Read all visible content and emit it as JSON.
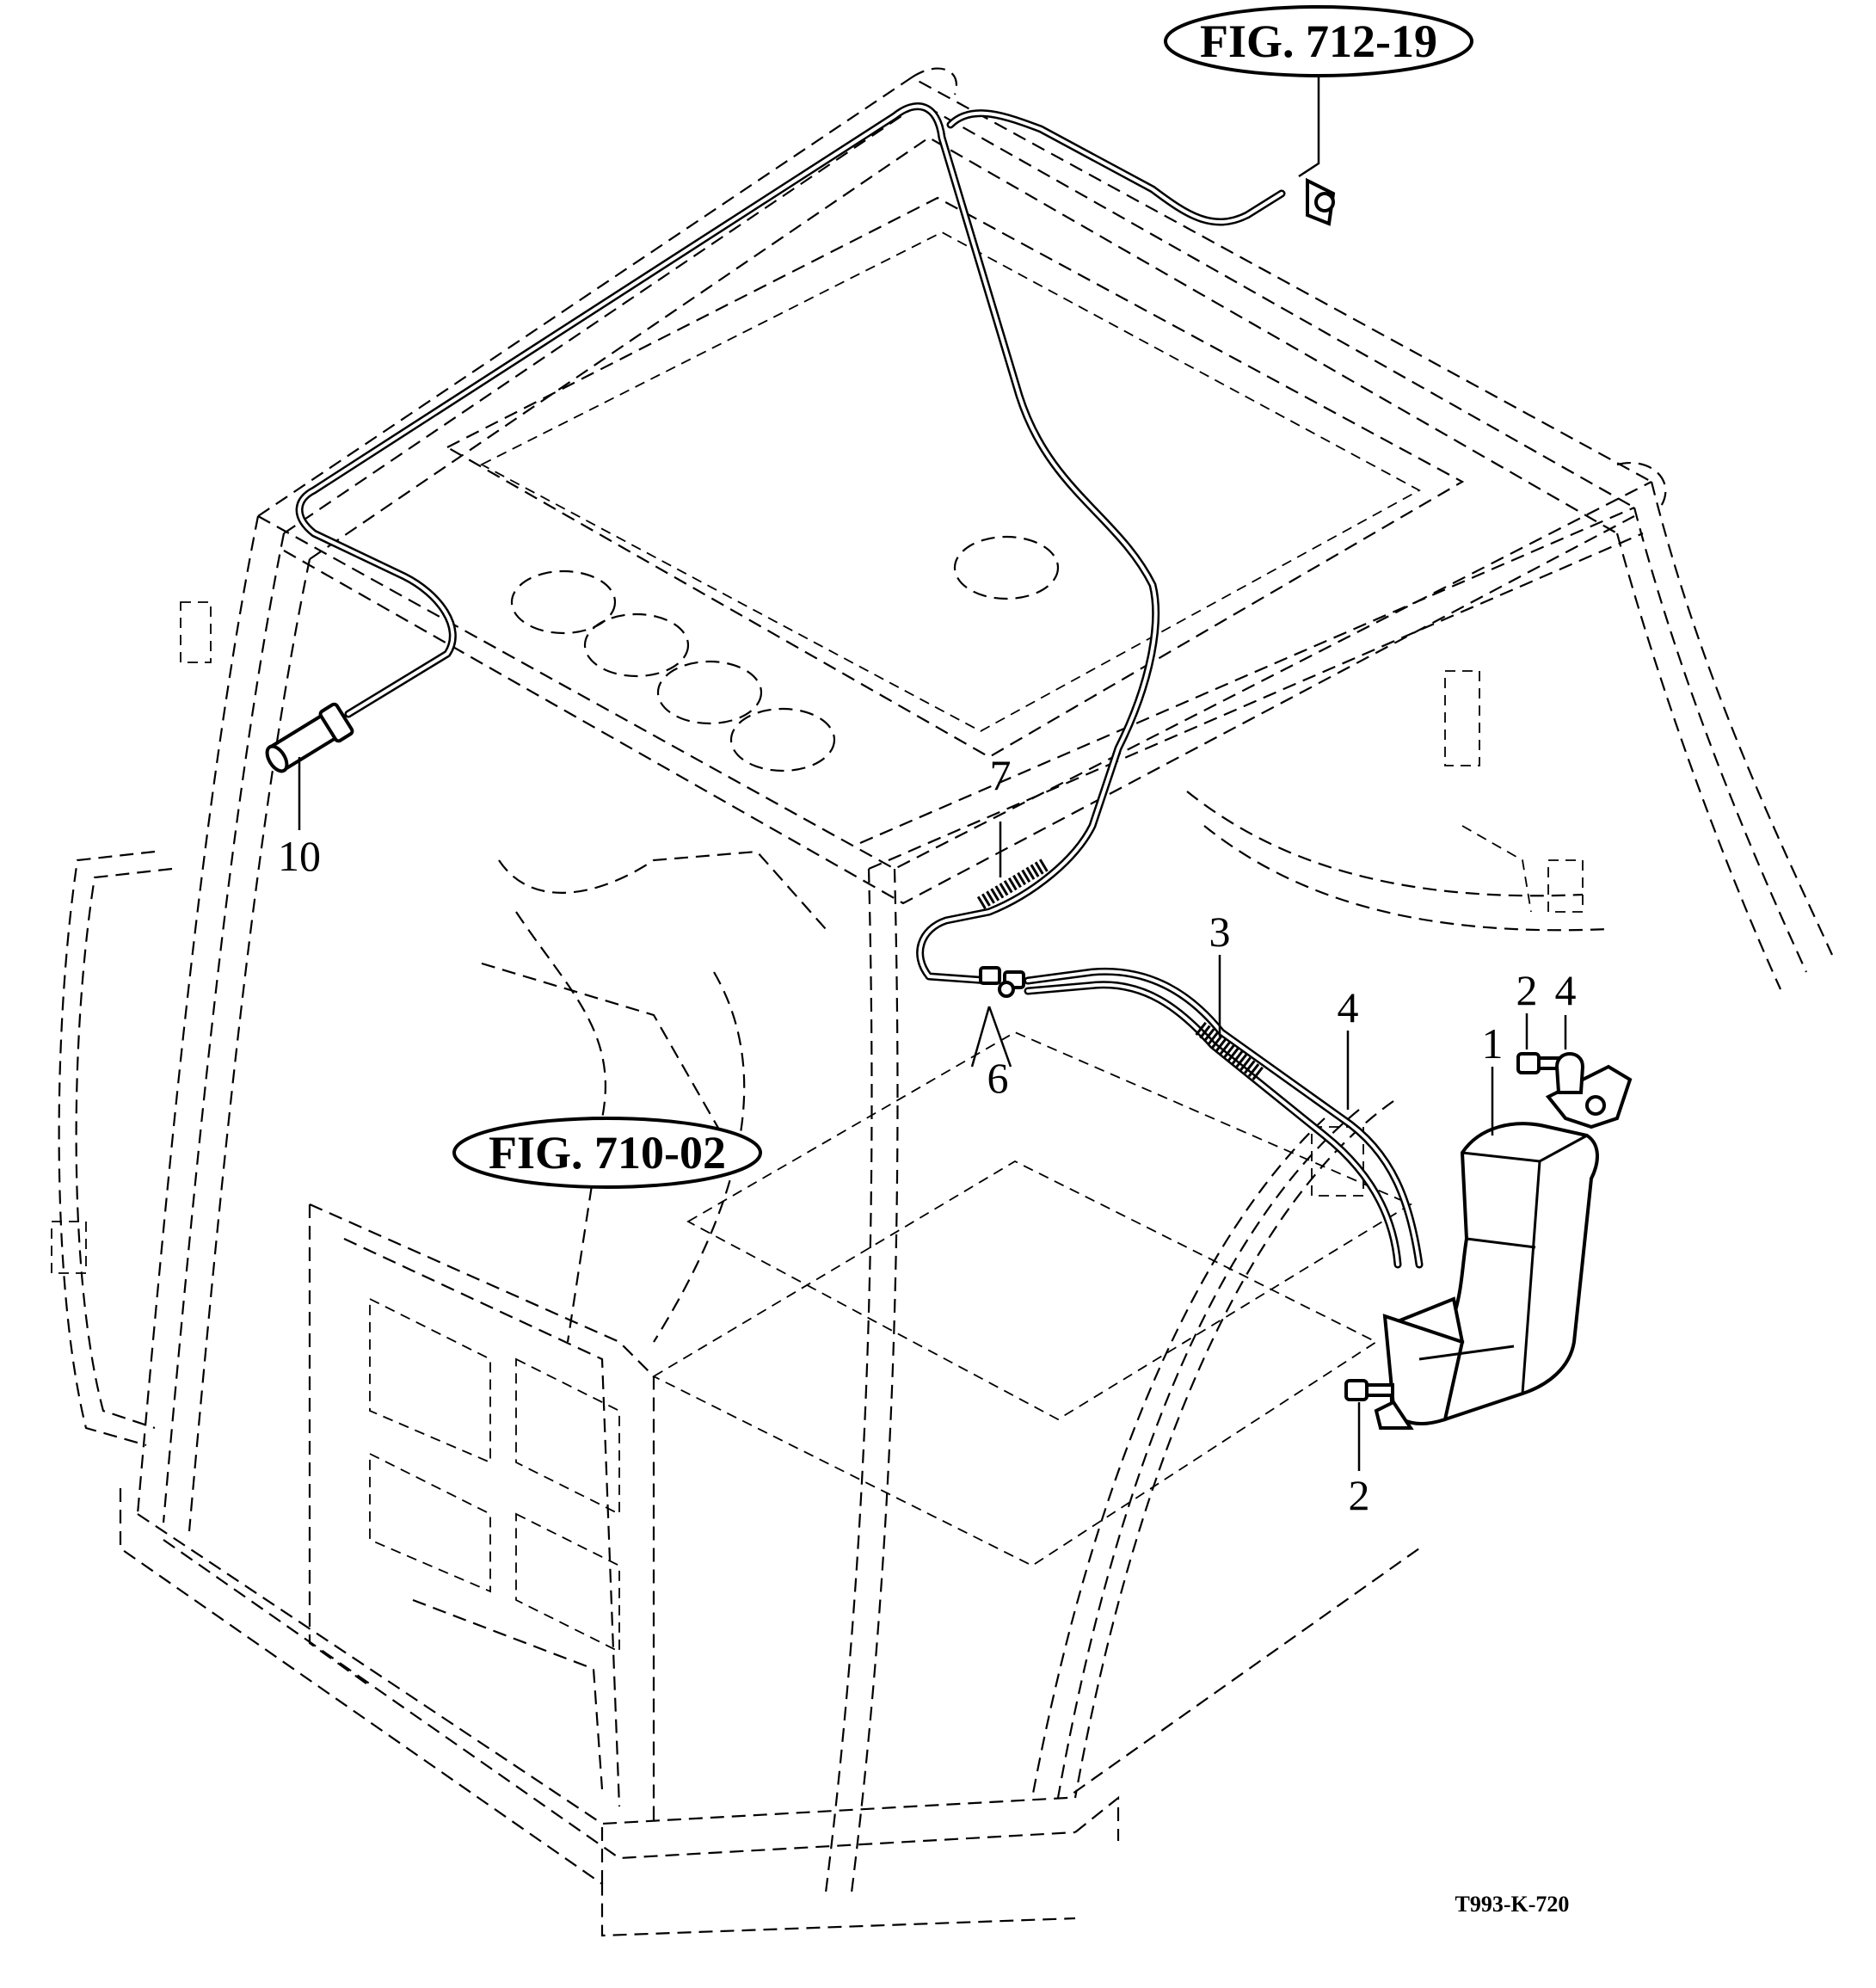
{
  "figure_refs": [
    {
      "id": "fig-712-19",
      "text": "FIG. 712-19"
    },
    {
      "id": "fig-710-02",
      "text": "FIG. 710-02"
    }
  ],
  "callouts": {
    "c1": "1",
    "c2a": "2",
    "c2b": "2",
    "c3": "3",
    "c4a": "4",
    "c4b": "4",
    "c6": "6",
    "c7": "7",
    "c10": "10"
  },
  "drawing_number": "T993-K-720",
  "parts": [
    {
      "ref": "1",
      "icon": "washer-reservoir-icon"
    },
    {
      "ref": "2",
      "icon": "bolt-icon"
    },
    {
      "ref": "3",
      "icon": "hose-sleeve-icon"
    },
    {
      "ref": "4",
      "icon": "washer-hose-icon"
    },
    {
      "ref": "6",
      "icon": "hose-connector-icon"
    },
    {
      "ref": "7",
      "icon": "hose-sleeve-icon"
    },
    {
      "ref": "10",
      "icon": "washer-nozzle-icon"
    }
  ]
}
